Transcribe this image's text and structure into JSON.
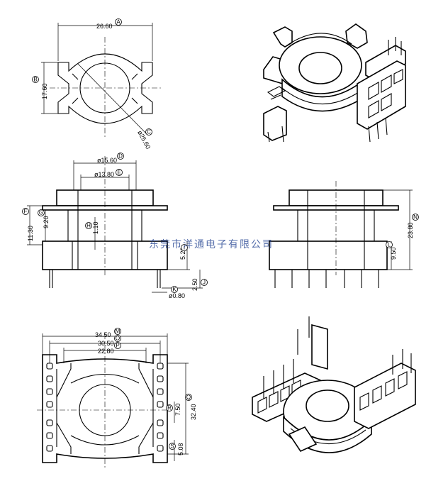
{
  "top_view": {
    "dims": [
      {
        "tag": "A",
        "value": "26.60"
      },
      {
        "tag": "B",
        "value": "17.60"
      },
      {
        "tag": "C",
        "value": "ø25.60"
      }
    ]
  },
  "front_view": {
    "dims": [
      {
        "tag": "D",
        "value": "ø15.60"
      },
      {
        "tag": "E",
        "value": "ø13.80"
      },
      {
        "tag": "F",
        "value": "11.30"
      },
      {
        "tag": "G",
        "value": "9.20"
      },
      {
        "tag": "H",
        "value": "1.10"
      },
      {
        "tag": "I",
        "value": "5.20"
      },
      {
        "tag": "J",
        "value": "2.50"
      },
      {
        "tag": "K",
        "value": "ø0.80"
      }
    ]
  },
  "side_view": {
    "dims": [
      {
        "tag": "N",
        "value": "23.80"
      },
      {
        "tag": "L",
        "value": "9.50"
      }
    ]
  },
  "bottom_view": {
    "dims": [
      {
        "tag": "M",
        "value": "34.50"
      },
      {
        "tag": "O",
        "value": "30.50"
      },
      {
        "tag": "P",
        "value": "22.80"
      },
      {
        "tag": "Q",
        "value": "32.40"
      },
      {
        "tag": "R",
        "value": "7.50"
      },
      {
        "tag": "S",
        "value": "5.08"
      }
    ]
  },
  "watermark": "东莞市洋通电子有限公司"
}
